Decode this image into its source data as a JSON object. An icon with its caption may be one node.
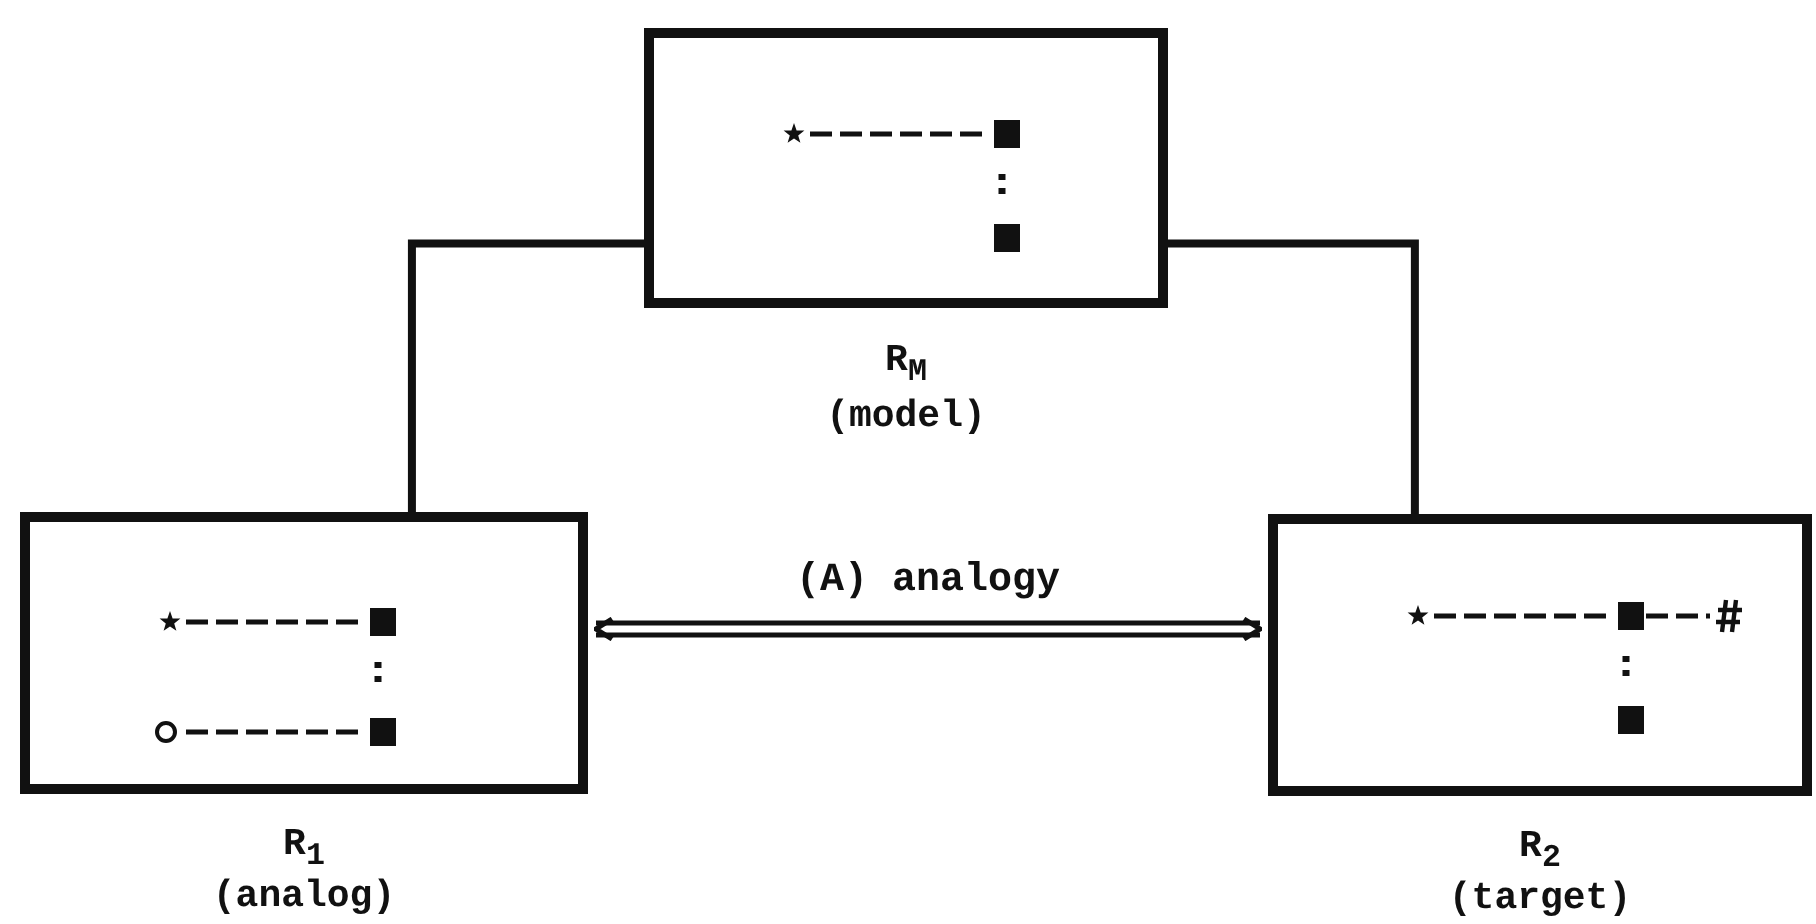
{
  "diagram": {
    "nodes": [
      {
        "text": [
          "R$_{M}$",
          "(model)"
        ]
      },
      {
        "text": [
          "R$_{1}$",
          "(analog)"
        ]
      },
      {
        "text": [
          "R$_{2}$",
          "(target)"
        ]
      }
    ],
    "edges": [
      {
        "from": 1,
        "to": 0,
        "arrow": "none"
      },
      {
        "from": 0,
        "to": 2,
        "arrow": "none"
      },
      {
        "from": 1,
        "to": 2,
        "arrow": "both",
        "label": "(A) analogy"
      }
    ]
  }
}
